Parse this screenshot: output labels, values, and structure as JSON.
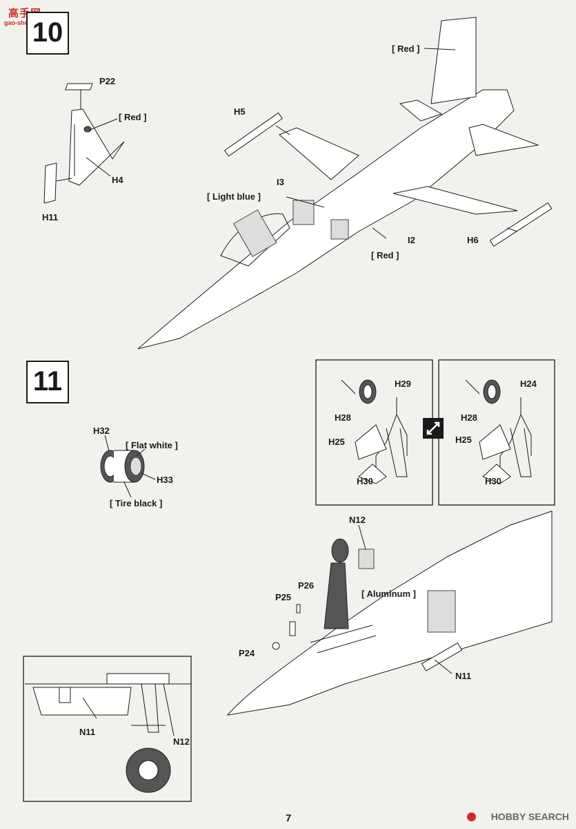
{
  "watermark": {
    "title": "高手网",
    "url": "gao-shou.com"
  },
  "steps": [
    {
      "number": "10"
    },
    {
      "number": "11"
    }
  ],
  "step10": {
    "parts": {
      "p22": "P22",
      "h4": "H4",
      "h11": "H11",
      "h5": "H5",
      "i3": "I3",
      "i2": "I2",
      "h6": "H6"
    },
    "colors": {
      "red_tail_left": "[ Red ]",
      "red_tail_right": "[ Red ]",
      "light_blue": "[ Light blue ]",
      "red_lower": "[ Red ]"
    }
  },
  "step11": {
    "parts": {
      "h32": "H32",
      "h33": "H33",
      "opt_a_h29": "H29",
      "opt_a_h28": "H28",
      "opt_a_h25": "H25",
      "opt_a_h30": "H30",
      "opt_b_h24": "H24",
      "opt_b_h28": "H28",
      "opt_b_h25": "H25",
      "opt_b_h30": "H30",
      "n12": "N12",
      "p26": "P26",
      "p25": "P25",
      "p24": "P24",
      "n11": "N11",
      "detail_n11": "N11",
      "detail_n12": "N12"
    },
    "colors": {
      "flat_white": "[ Flat white ]",
      "tire_black": "[ Tire black ]",
      "aluminum": "[ Aluminum ]"
    }
  },
  "page_number": "7",
  "brand": "HOBBY SEARCH"
}
